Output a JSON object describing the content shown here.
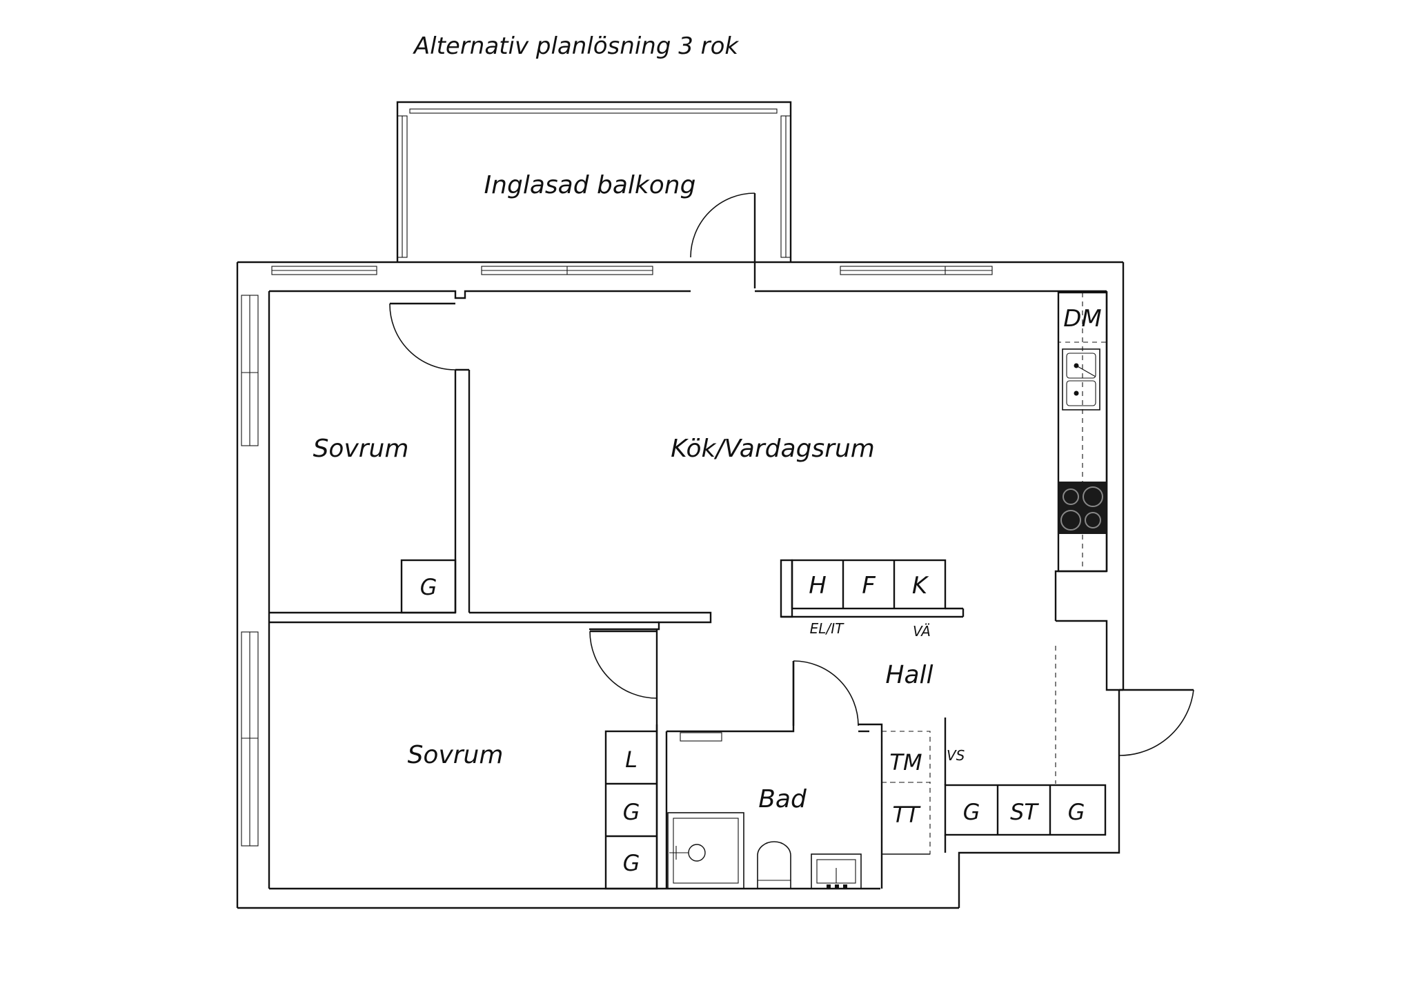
{
  "title": "Alternativ planlösning 3 rok",
  "rooms": {
    "balcony": "Inglasad balkong",
    "bedroom_top": "Sovrum",
    "living": "Kök/Vardagsrum",
    "bedroom_bottom": "Sovrum",
    "hall": "Hall",
    "bath": "Bad"
  },
  "fixtures": {
    "dm": "DM",
    "wardrobe_top": "G",
    "h": "H",
    "f": "F",
    "k": "K",
    "el_it": "EL/IT",
    "va": "VÄ",
    "l": "L",
    "g_b1": "G",
    "g_b2": "G",
    "tm": "TM",
    "tt": "TT",
    "vs": "VS",
    "g_hall1": "G",
    "st": "ST",
    "g_hall2": "G"
  }
}
